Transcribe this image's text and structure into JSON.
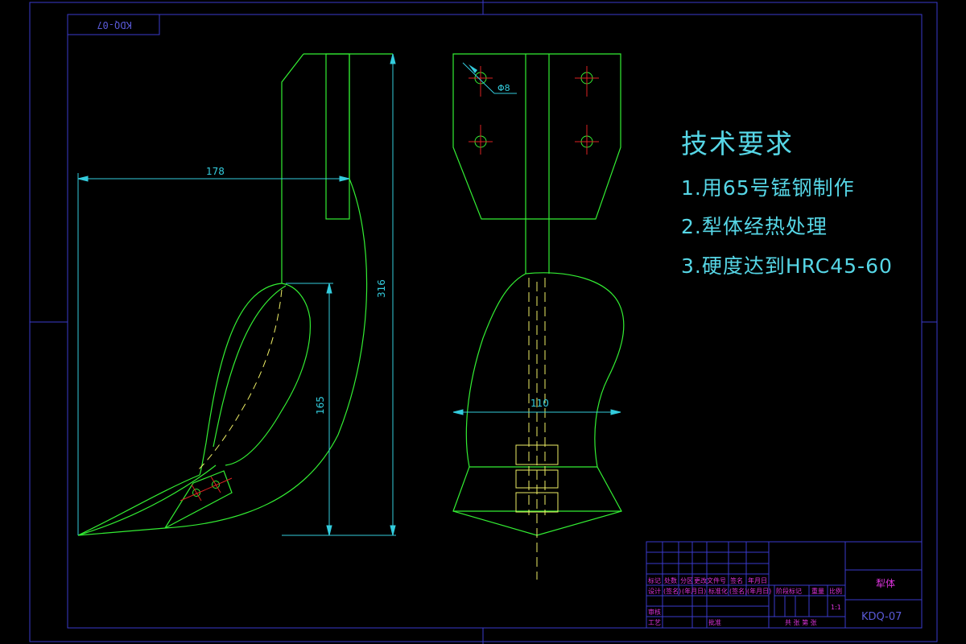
{
  "drawing": {
    "corner_code": "KDQ-07",
    "tech_requirements": {
      "title": "技术要求",
      "items": [
        "1.用65号锰钢制作",
        "2.犁体经热处理",
        "3.硬度达到HRC45-60"
      ]
    },
    "dimensions": {
      "width_top": "178",
      "height_total": "316",
      "height_shank": "165",
      "width_front": "110",
      "hole_dia": "Φ8"
    },
    "title_block": {
      "part_name": "犁体",
      "drawing_no": "KDQ-07",
      "scale_label": "比例",
      "scale_value": "1:1",
      "weight_label": "重量",
      "stage_label": "阶段标记",
      "sheets_label": "共 张 第 张",
      "row_labels": [
        "标记",
        "处数",
        "分区",
        "更改文件号",
        "签名",
        "年月日"
      ],
      "design_row": [
        "设计",
        "(签名)",
        "(年月日)",
        "标准化",
        "(签名)",
        "(年月日)"
      ],
      "review_label": "审核",
      "process_label": "工艺",
      "approve_label": "批准"
    },
    "colors": {
      "background": "#000000",
      "outline": "#33ee33",
      "dimension": "#33ccdd",
      "frame": "#3333cc",
      "center": "#dd2222",
      "hidden": "#eeee66",
      "title_text": "#dd33dd"
    }
  }
}
